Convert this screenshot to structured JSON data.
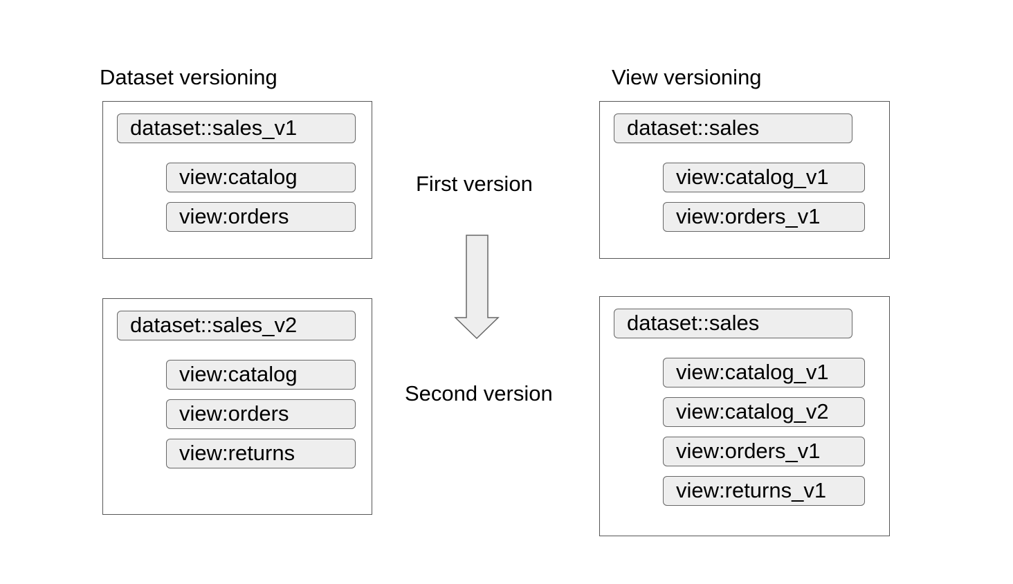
{
  "left": {
    "title": "Dataset versioning",
    "first": {
      "dataset": "dataset::sales_v1",
      "views": [
        "view:catalog",
        "view:orders"
      ]
    },
    "second": {
      "dataset": "dataset::sales_v2",
      "views": [
        "view:catalog",
        "view:orders",
        "view:returns"
      ]
    }
  },
  "middle": {
    "first_label": "First version",
    "second_label": "Second version"
  },
  "right": {
    "title": "View versioning",
    "first": {
      "dataset": "dataset::sales",
      "views": [
        "view:catalog_v1",
        "view:orders_v1"
      ]
    },
    "second": {
      "dataset": "dataset::sales",
      "views": [
        "view:catalog_v1",
        "view:catalog_v2",
        "view:orders_v1",
        "view:returns_v1"
      ]
    }
  }
}
